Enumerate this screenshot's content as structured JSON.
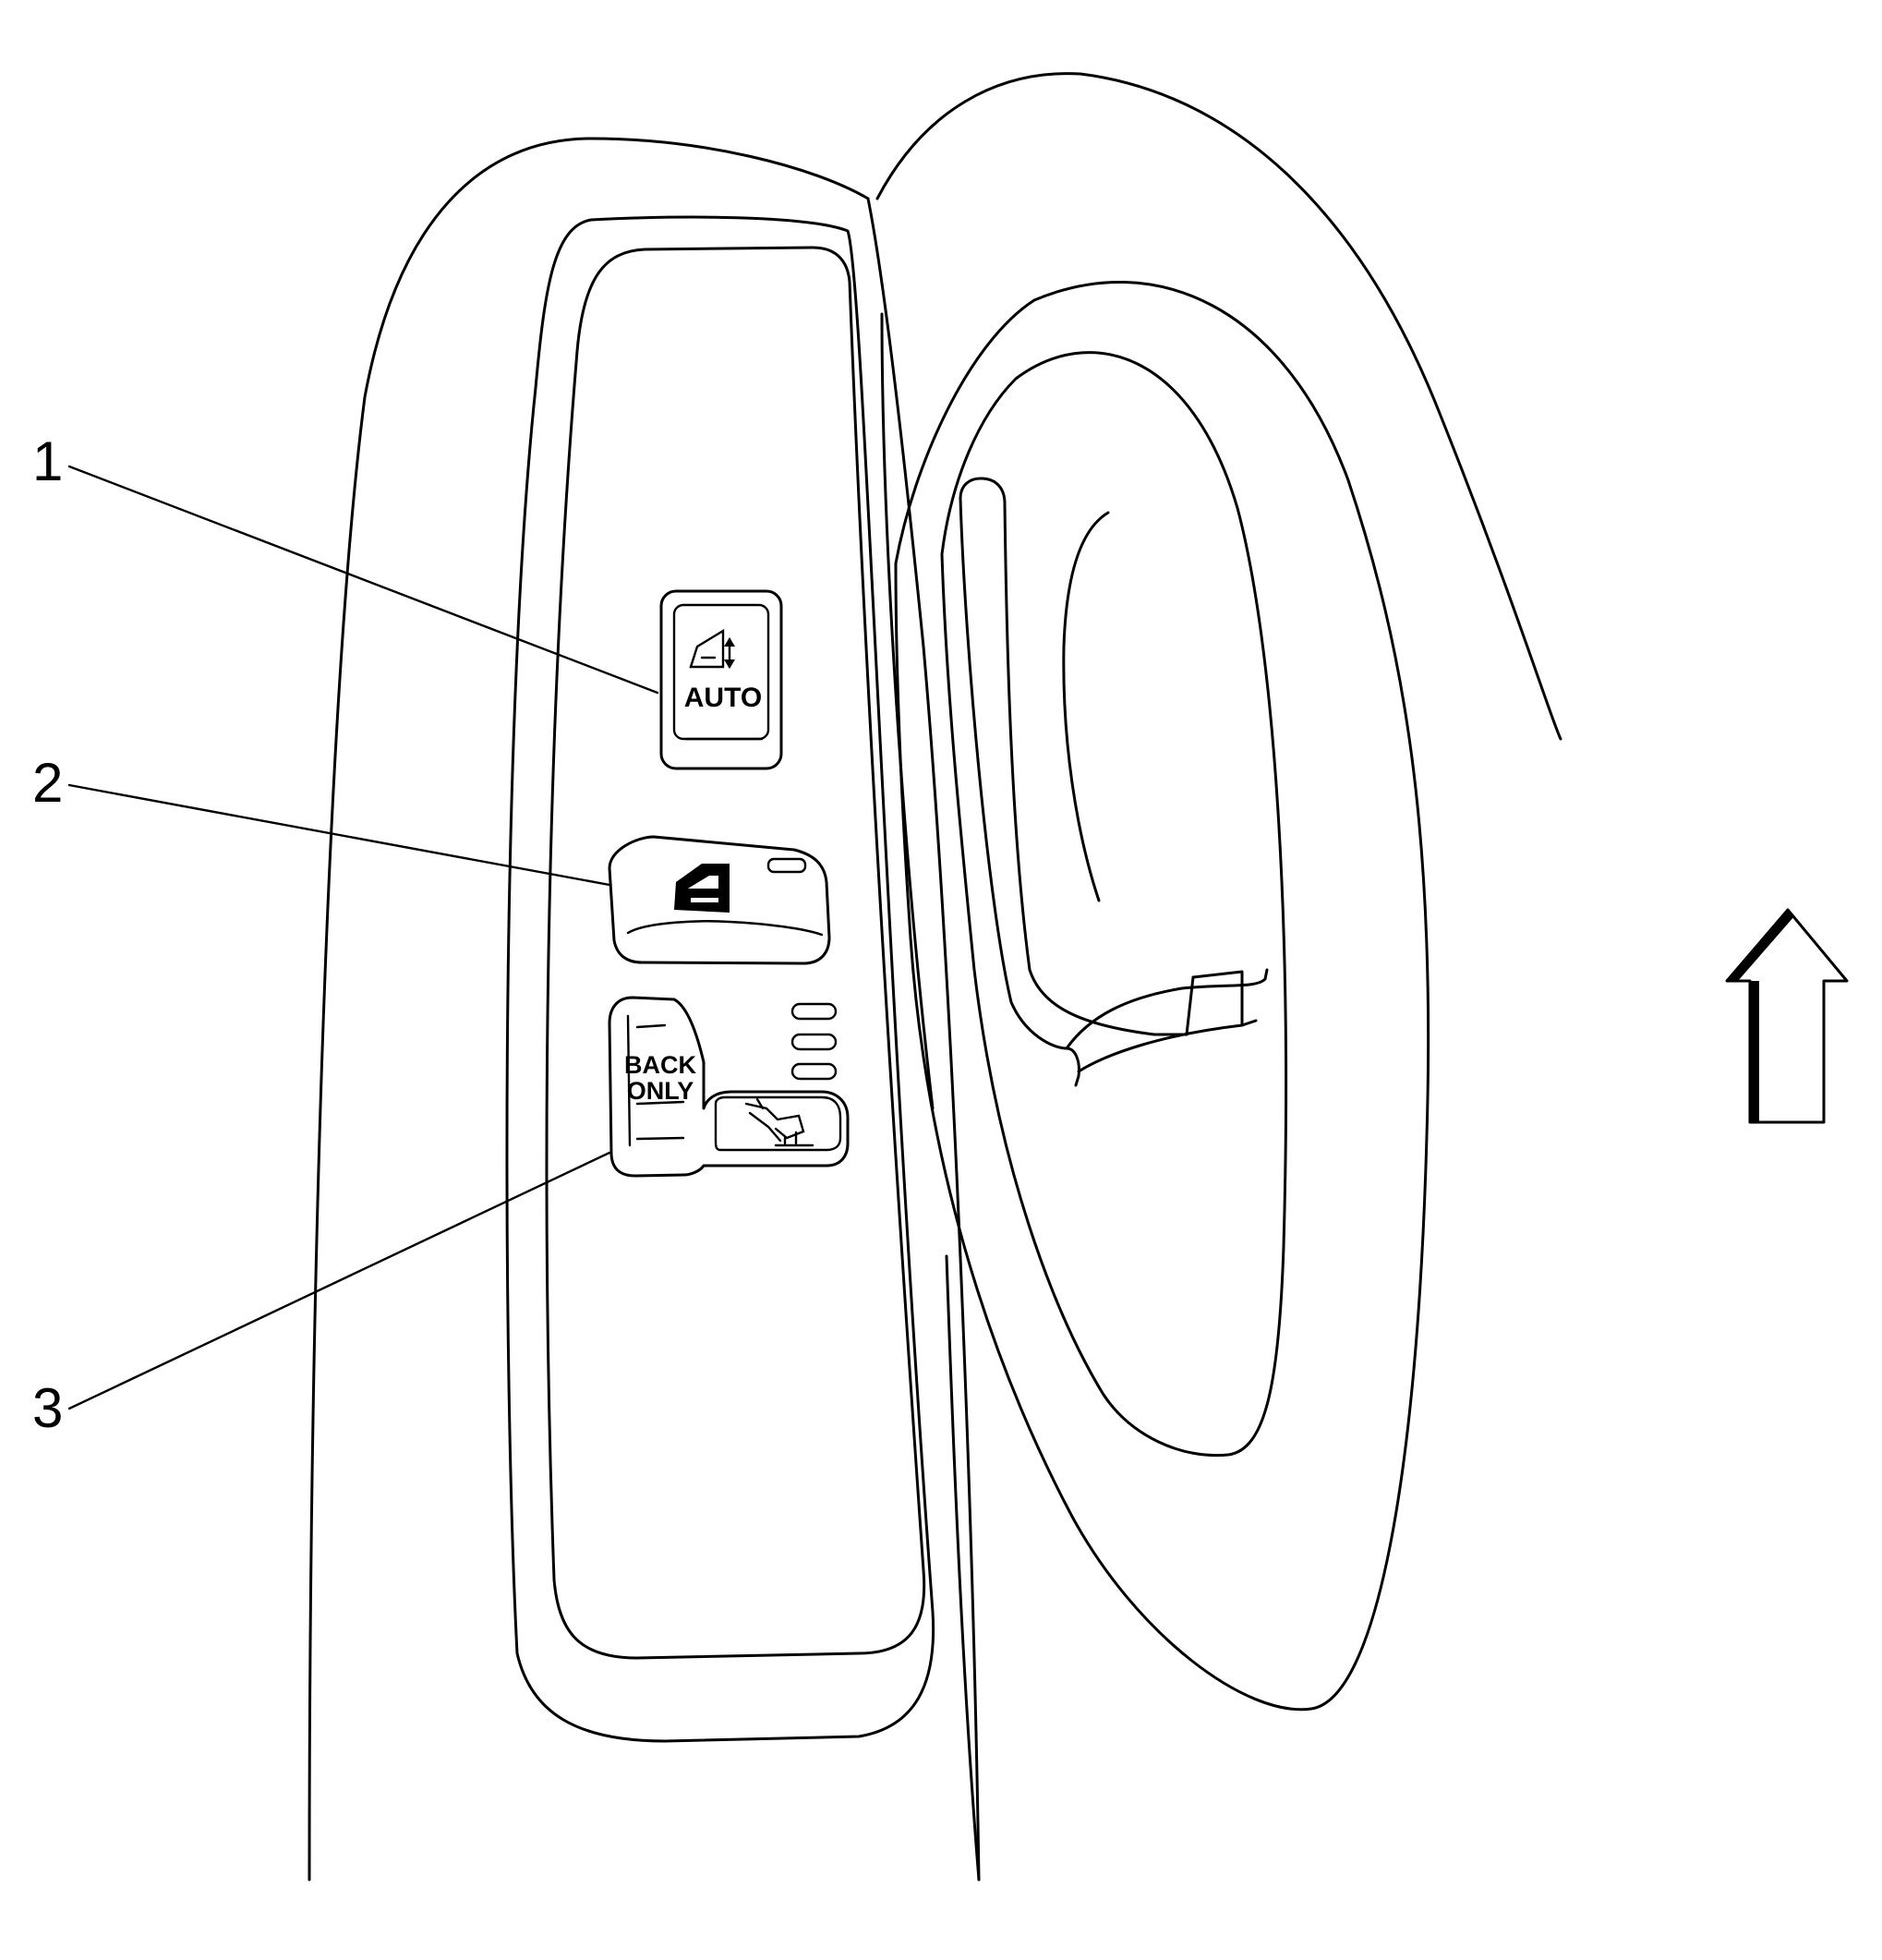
{
  "callouts": [
    {
      "number": "1",
      "target": "window switch (AUTO)"
    },
    {
      "number": "2",
      "target": "door lock switch"
    },
    {
      "number": "3",
      "target": "seat switch (BACK ONLY)"
    }
  ],
  "switches": {
    "window_label": "AUTO",
    "seat_label_line1": "BACK",
    "seat_label_line2": "ONLY"
  },
  "icons": [
    "window-up-down-icon",
    "door-lock-icon",
    "seat-recline-icon",
    "direction-arrow-up-icon"
  ],
  "colors": {
    "stroke": "#000000",
    "background": "#ffffff"
  }
}
